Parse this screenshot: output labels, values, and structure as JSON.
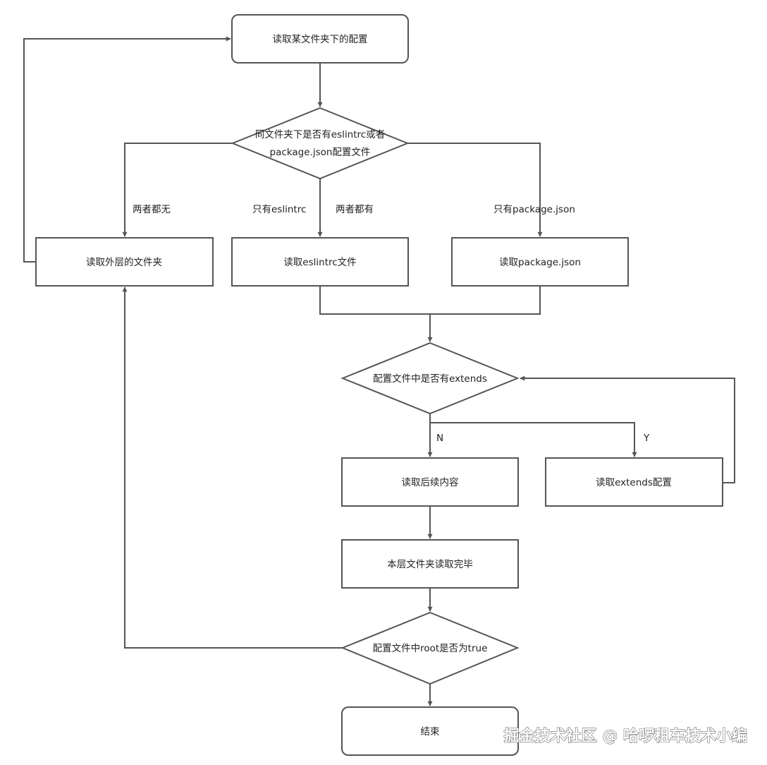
{
  "nodes": {
    "read_config": "读取某文件夹下的配置",
    "check_files_line1": "同文件夹下是否有eslintrc或者",
    "check_files_line2": "package.json配置文件",
    "read_outer": "读取外层的文件夹",
    "read_eslintrc": "读取eslintrc文件",
    "read_package": "读取package.json",
    "check_extends": "配置文件中是否有extends",
    "read_rest": "读取后续内容",
    "read_extends": "读取extends配置",
    "folder_done": "本层文件夹读取完毕",
    "check_root": "配置文件中root是否为true",
    "end": "结束"
  },
  "edge_labels": {
    "neither": "两者都无",
    "only_eslintrc": "只有eslintrc",
    "both": "两者都有",
    "only_package": "只有package.json",
    "no": "N",
    "yes": "Y"
  },
  "watermark": "掘金技术社区 @ 哈啰租车技术小编"
}
